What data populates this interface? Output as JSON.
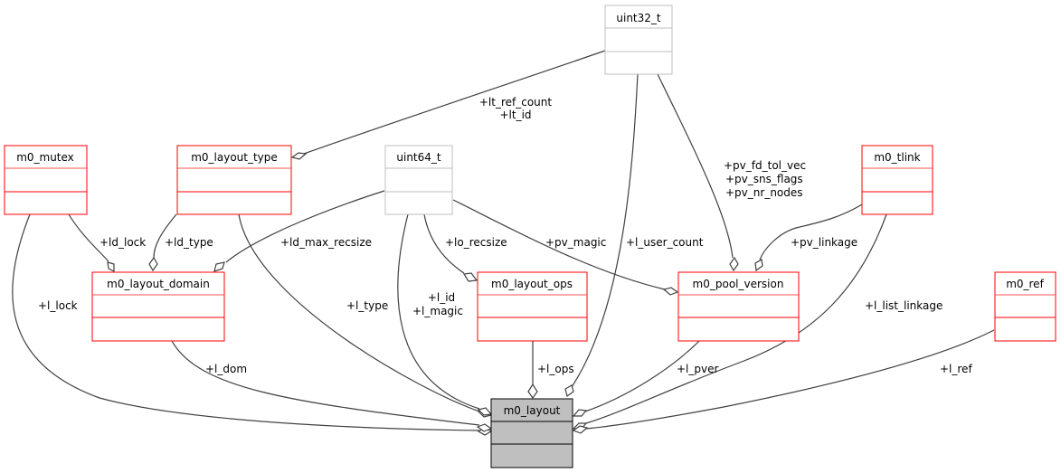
{
  "diagram": {
    "type": "collaboration-diagram",
    "colors": {
      "class_border": "#ff0000",
      "class_border_soft": "#ff5050",
      "type_border": "#bfbfbf",
      "focus_fill": "#bfbfbf",
      "focus_border": "#000000",
      "edge": "#404040"
    },
    "nodes": {
      "uint32_t": {
        "label": "uint32_t",
        "kind": "builtin"
      },
      "m0_mutex": {
        "label": "m0_mutex",
        "kind": "class"
      },
      "m0_layout_type": {
        "label": "m0_layout_type",
        "kind": "class"
      },
      "uint64_t": {
        "label": "uint64_t",
        "kind": "builtin"
      },
      "m0_tlink": {
        "label": "m0_tlink",
        "kind": "class"
      },
      "m0_layout_domain": {
        "label": "m0_layout_domain",
        "kind": "class"
      },
      "m0_layout_ops": {
        "label": "m0_layout_ops",
        "kind": "class"
      },
      "m0_pool_version": {
        "label": "m0_pool_version",
        "kind": "class"
      },
      "m0_ref": {
        "label": "m0_ref",
        "kind": "class"
      },
      "m0_layout": {
        "label": "m0_layout",
        "kind": "focus"
      }
    },
    "edges": [
      {
        "from": "uint32_t",
        "to": "m0_layout_type",
        "labels": [
          "+lt_ref_count",
          "+lt_id"
        ]
      },
      {
        "from": "uint32_t",
        "to": "m0_layout",
        "labels": [
          "+l_user_count"
        ]
      },
      {
        "from": "uint32_t",
        "to": "m0_pool_version",
        "labels": [
          "+pv_fd_tol_vec",
          "+pv_sns_flags",
          "+pv_nr_nodes"
        ]
      },
      {
        "from": "m0_mutex",
        "to": "m0_layout_domain",
        "labels": [
          "+ld_lock"
        ]
      },
      {
        "from": "m0_mutex",
        "to": "m0_layout",
        "labels": [
          "+l_lock"
        ]
      },
      {
        "from": "m0_layout_type",
        "to": "m0_layout_domain",
        "labels": [
          "+ld_type"
        ]
      },
      {
        "from": "m0_layout_type",
        "to": "m0_layout",
        "labels": [
          "+l_type"
        ]
      },
      {
        "from": "uint64_t",
        "to": "m0_layout_domain",
        "labels": [
          "+ld_max_recsize"
        ]
      },
      {
        "from": "uint64_t",
        "to": "m0_layout_ops",
        "labels": [
          "+lo_recsize"
        ]
      },
      {
        "from": "uint64_t",
        "to": "m0_pool_version",
        "labels": [
          "+pv_magic"
        ]
      },
      {
        "from": "uint64_t",
        "to": "m0_layout",
        "labels": [
          "+l_id",
          "+l_magic"
        ]
      },
      {
        "from": "m0_tlink",
        "to": "m0_pool_version",
        "labels": [
          "+pv_linkage"
        ]
      },
      {
        "from": "m0_tlink",
        "to": "m0_layout",
        "labels": [
          "+l_list_linkage"
        ]
      },
      {
        "from": "m0_layout_domain",
        "to": "m0_layout",
        "labels": [
          "+l_dom"
        ]
      },
      {
        "from": "m0_layout_ops",
        "to": "m0_layout",
        "labels": [
          "+l_ops"
        ]
      },
      {
        "from": "m0_pool_version",
        "to": "m0_layout",
        "labels": [
          "+l_pver"
        ]
      },
      {
        "from": "m0_ref",
        "to": "m0_layout",
        "labels": [
          "+l_ref"
        ]
      }
    ]
  }
}
